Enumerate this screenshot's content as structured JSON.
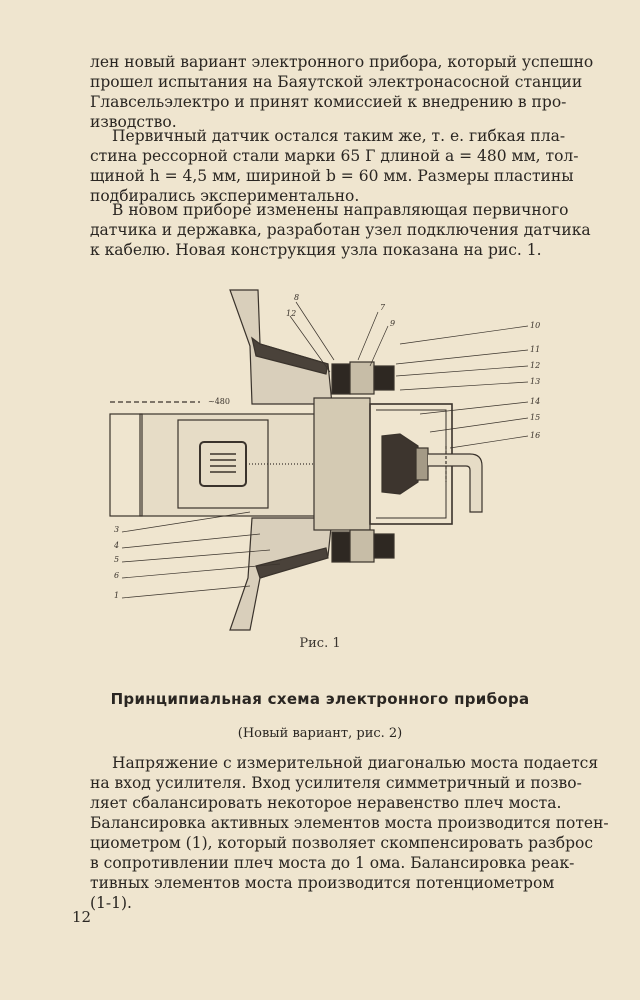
{
  "text": {
    "p1": [
      "лен новый вариант электронного прибора, который успешно",
      "прошел испытания на Баяутской электронасосной станции",
      "Главсельэлектро и принят комиссией к внедрению в про-",
      "изводство."
    ],
    "p2": [
      "Первичный датчик остался таким же, т. е. гибкая пла-",
      "стина рессорной стали марки 65 Г длиной a = 480 мм, тол-",
      "щиной h = 4,5 мм, шириной b = 60 мм. Размеры пластины",
      "подбирались экспериментально."
    ],
    "p3": [
      "В новом приборе изменены направляющая первичного",
      "датчика и державка, разработан узел подключения датчика",
      "к кабелю. Новая конструкция узла показана на рис. 1."
    ],
    "figure_caption": "Рис. 1",
    "heading": "Принципиальная схема электронного прибора",
    "subheading": "(Новый вариант, рис. 2)",
    "p4": [
      "Напряжение с измерительной диагональю моста подается",
      "на вход усилителя. Вход усилителя симметричный и позво-",
      "ляет сбалансировать некоторое неравенство плеч моста.",
      "Балансировка активных элементов моста производится потен-",
      "циометром (1), который позволяет скомпенсировать разброс",
      "в сопротивлении плеч моста до 1 ома. Балансировка реак-",
      "тивных элементов моста производится потенциометром",
      "(1-1)."
    ],
    "page_number": "12"
  },
  "figure": {
    "callouts_right": [
      "10",
      "11",
      "12",
      "13",
      "14",
      "15",
      "16"
    ],
    "callouts_top": [
      "8",
      "7",
      "12",
      "9"
    ],
    "callouts_left": [
      "3",
      "4",
      "5",
      "6",
      "1"
    ],
    "dimension_label": "~480"
  }
}
